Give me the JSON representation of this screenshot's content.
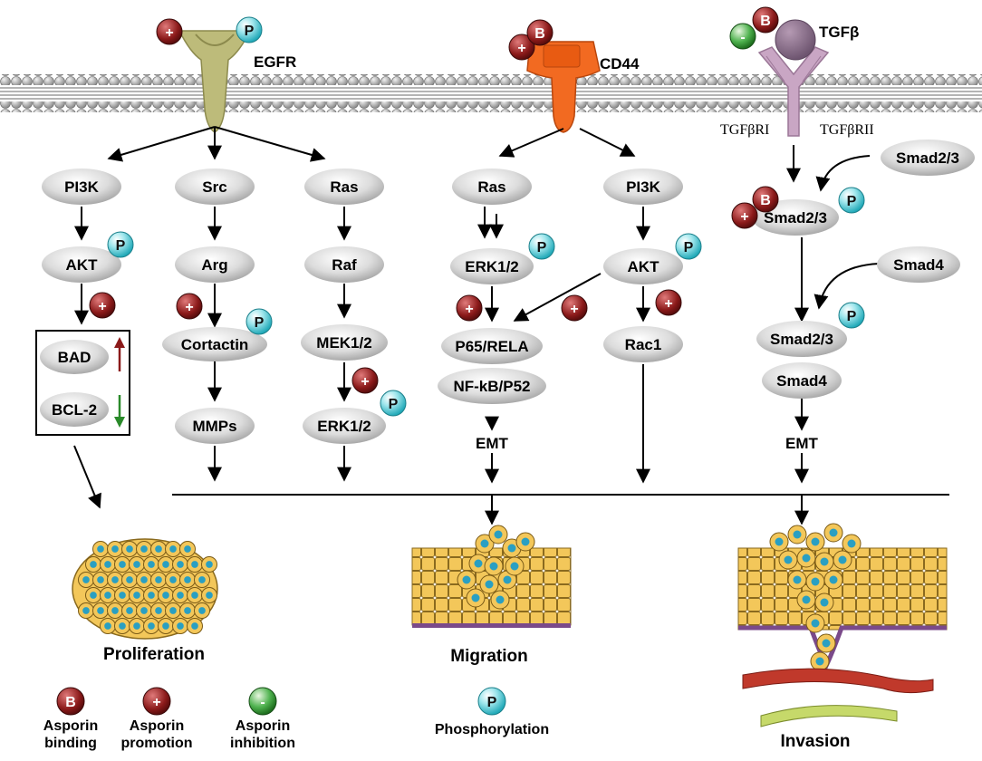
{
  "receptors": {
    "egfr": "EGFR",
    "cd44": "CD44",
    "tgfb": "TGFβ",
    "tgfbr1": "TGFβRI",
    "tgfbr2": "TGFβRII"
  },
  "badges": {
    "binding": "B",
    "promotion": "+",
    "inhibition": "-",
    "phospho": "P"
  },
  "nodes": {
    "pi3k_1": "PI3K",
    "akt_1": "AKT",
    "bad": "BAD",
    "bcl2": "BCL-2",
    "src": "Src",
    "arg": "Arg",
    "cortactin": "Cortactin",
    "mmps": "MMPs",
    "ras_1": "Ras",
    "raf": "Raf",
    "mek": "MEK1/2",
    "erk_1": "ERK1/2",
    "ras_2": "Ras",
    "erk_2": "ERK1/2",
    "p65": "P65/RELA",
    "nfkb": "NF-kB/P52",
    "emt_1": "EMT",
    "pi3k_2": "PI3K",
    "akt_2": "AKT",
    "rac1": "Rac1",
    "smad23_free": "Smad2/3",
    "smad23_b": "Smad2/3",
    "smad4_free": "Smad4",
    "smad23_c": "Smad2/3",
    "smad4_c": "Smad4",
    "emt_2": "EMT"
  },
  "outcomes": {
    "proliferation": "Proliferation",
    "migration": "Migration",
    "invasion": "Invasion"
  },
  "legend": {
    "binding_l1": "Asporin",
    "binding_l2": "binding",
    "promotion_l1": "Asporin",
    "promotion_l2": "promotion",
    "inhibition_l1": "Asporin",
    "inhibition_l2": "inhibition",
    "phospho": "Phosphorylation"
  },
  "colors": {
    "egfr": "#bdbb7a",
    "cd44": "#f26a21",
    "tgfb_receptor": "#c9a6c4",
    "tgfb_ligand": "#8e7190",
    "binding_badge": "#8b1a1a",
    "promotion_badge": "#8b1a1a",
    "inhibition_badge": "#2a8a2a",
    "phospho_badge": "#3fc5cf",
    "up_arrow": "#8b1a1a",
    "down_arrow": "#2a8a2a",
    "cell": "#f3c75a",
    "nucleus": "#2a9fc2"
  }
}
